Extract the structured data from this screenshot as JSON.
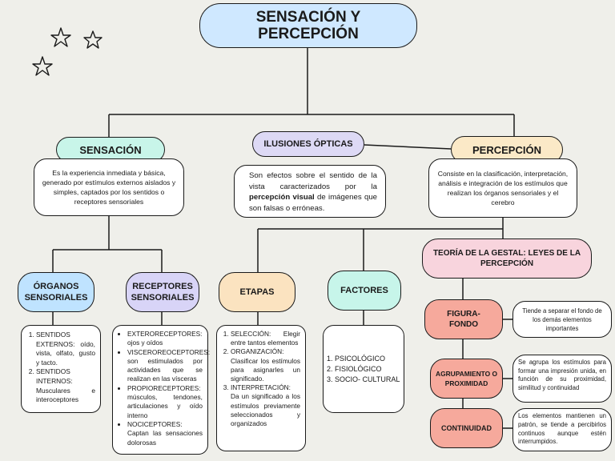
{
  "title": "SENSACIÓN Y PERCEPCIÓN",
  "colors": {
    "background": "#efefea",
    "title_fill": "#cfe8ff",
    "sensacion_fill": "#c8f5e9",
    "ilusiones_fill": "#ddd9f5",
    "percepcion_fill": "#fbe9c7",
    "organos_fill": "#bfe3ff",
    "receptores_fill": "#d8d4f7",
    "etapas_fill": "#fbe3c0",
    "factores_fill": "#c7f5ea",
    "gestalt_fill": "#f8d4dd",
    "gestalt_items_fill": "#f6a99c"
  },
  "sensacion": {
    "label": "SENSACIÓN",
    "description": "Es la experiencia inmediata y básica, generado por estímulos externos aislados y simples, captados por los sentidos o receptores sensoriales"
  },
  "ilusiones": {
    "label": "ILUSIONES ÓPTICAS",
    "description_before": "Son efectos sobre el sentido de la vista caracterizados por la ",
    "description_bold": "percepción visual",
    "description_after": " de imágenes que son falsas o  erróneas."
  },
  "percepcion": {
    "label": "PERCEPCIÓN",
    "description": "Consiste en la clasificación, interpretación, análisis e integración de los estímulos que realizan los órganos sensoriales y el cerebro"
  },
  "organos": {
    "label": "ÓRGANOS SENSORIALES",
    "items": [
      "SENTIDOS EXTERNOS: oído, vista, olfato, gusto y tacto.",
      "SENTIDOS INTERNOS: Musculares e interoceptores"
    ]
  },
  "receptores": {
    "label": "RECEPTORES SENSORIALES",
    "items": [
      "EXTERORECEPTORES: ojos y oídos",
      "VISCEROREOCEPTORES: son estimulados por actividades que se realizan en las vísceras",
      "PROPIORECEPTORES: músculos, tendones, articulaciones y oído interno",
      "NOCICEPTORES: Captan las sensaciones dolorosas"
    ]
  },
  "etapas": {
    "label": "ETAPAS",
    "items": [
      "SELECCIÓN: Elegir entre tantos elementos",
      "ORGANIZACIÓN: Clasificar los estímulos para asignarles un significado.",
      "INTERPRETACIÓN: Da un significado a los estímulos previamente seleccionados y organizados"
    ]
  },
  "factores": {
    "label": "FACTORES",
    "items": [
      "PSICOLÓGICO",
      "FISIOLÓGICO",
      "SOCIO- CULTURAL"
    ]
  },
  "gestalt": {
    "label": "TEORÍA DE LA GESTAL: LEYES DE LA PERCEPCIÓN",
    "laws": [
      {
        "name": "FIGURA-FONDO",
        "description": "Tiende a separar el fondo de los demás elementos importantes"
      },
      {
        "name": "AGRUPAMIENTO O PROXIMIDAD",
        "description": "Se agrupa los estímulos para formar una impresión unida, en función de su proximidad, similitud y continuidad"
      },
      {
        "name": "CONTINUIDAD",
        "description": "Los elementos mantienen un patrón, se tiende a percibirlos continuos aunque estén interrumpidos."
      }
    ]
  }
}
